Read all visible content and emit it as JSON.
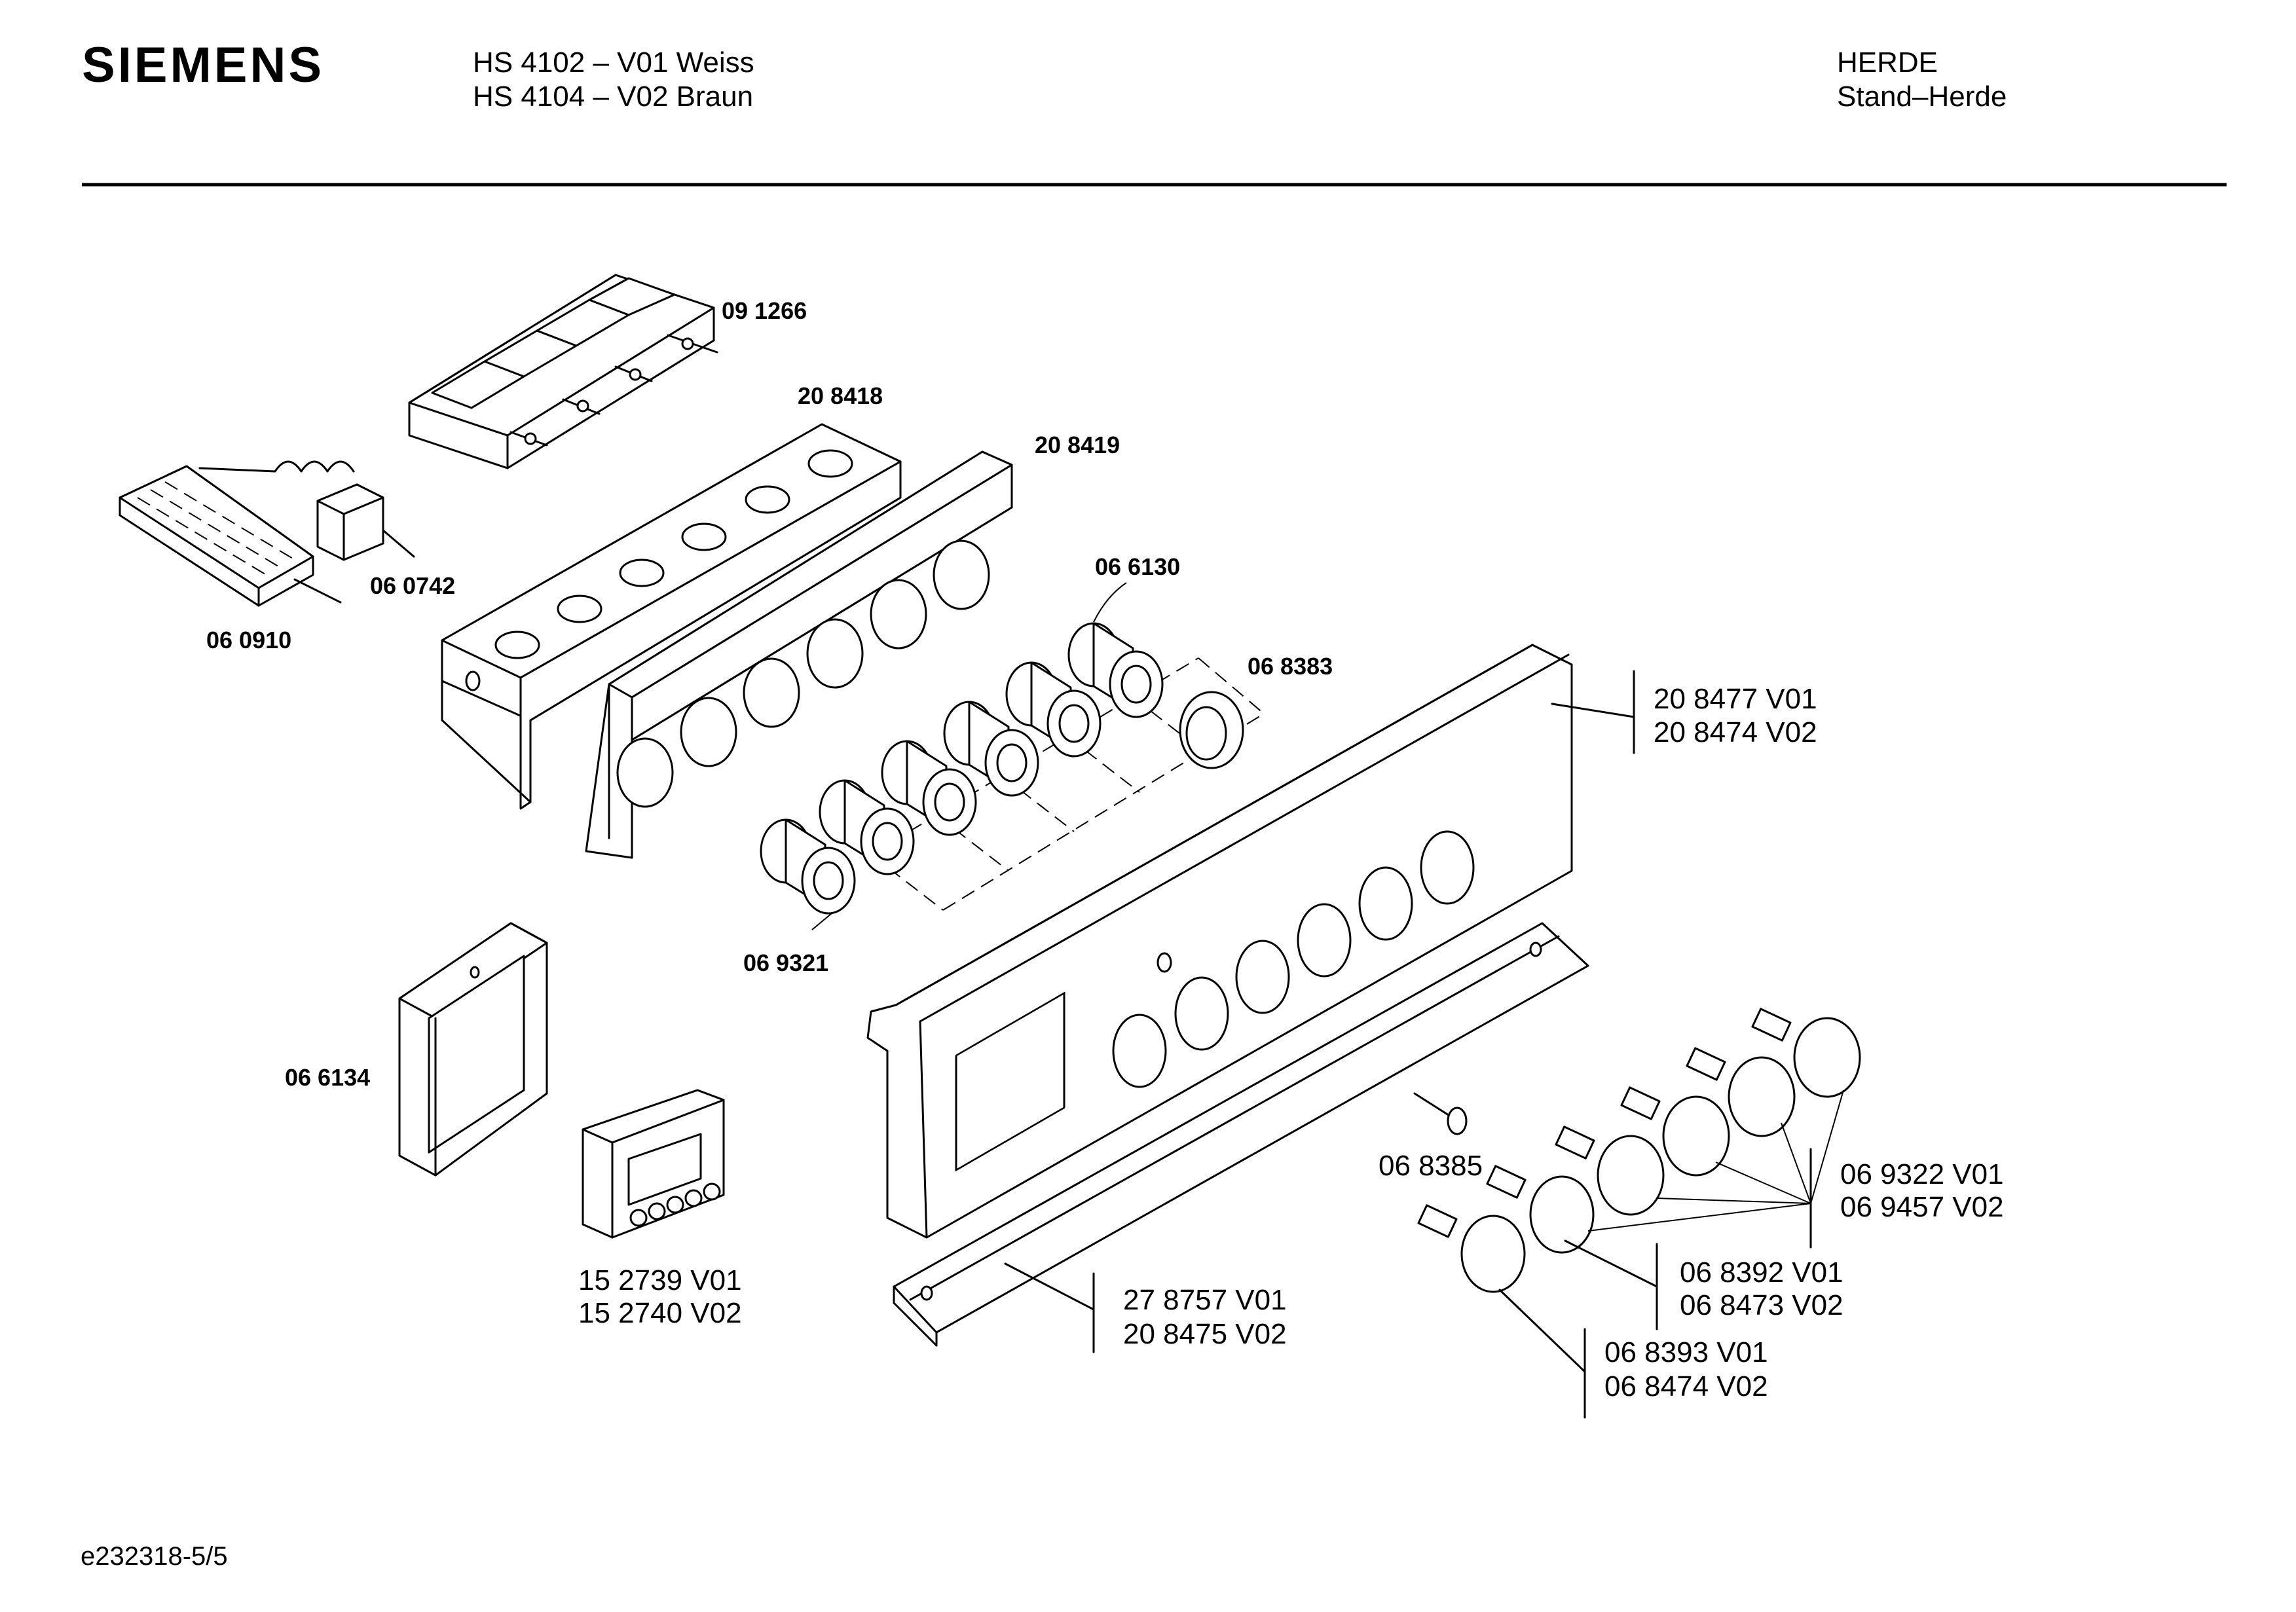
{
  "header": {
    "brand": "SIEMENS",
    "model_line_1": "HS 4102 – V01 Weiss",
    "model_line_2": "HS 4104 – V02 Braun",
    "category_line_1": "HERDE",
    "category_line_2": "Stand–Herde"
  },
  "parts": {
    "switch_block": "09 1266",
    "panel_rear": "20 8418",
    "panel_mid": "20 8419",
    "sensor_unit": "06 0742",
    "heater_strip": "06 0910",
    "pot_housing": "06 6130",
    "ring_adapter": "06 8383",
    "pot_knob_base": "06 9321",
    "frame_bracket": "06 6134",
    "indicator_lamp": "06 8385",
    "front_panel_v01": "20 8477 V01",
    "front_panel_v02": "20 8474 V02",
    "timer_v01": "15 2739 V01",
    "timer_v02": "15 2740 V02",
    "trim_strip_v01": "27 8757 V01",
    "trim_strip_v02": "20 8475 V02",
    "knob_large_v01": "06 9322 V01",
    "knob_large_v02": "06 9457 V02",
    "knob_mid_v01": "06 8392 V01",
    "knob_mid_v02": "06 8473 V02",
    "knob_small_v01": "06 8393 V01",
    "knob_small_v02": "06 8474 V02"
  },
  "footer": {
    "doc_id": "e232318-5/5"
  }
}
